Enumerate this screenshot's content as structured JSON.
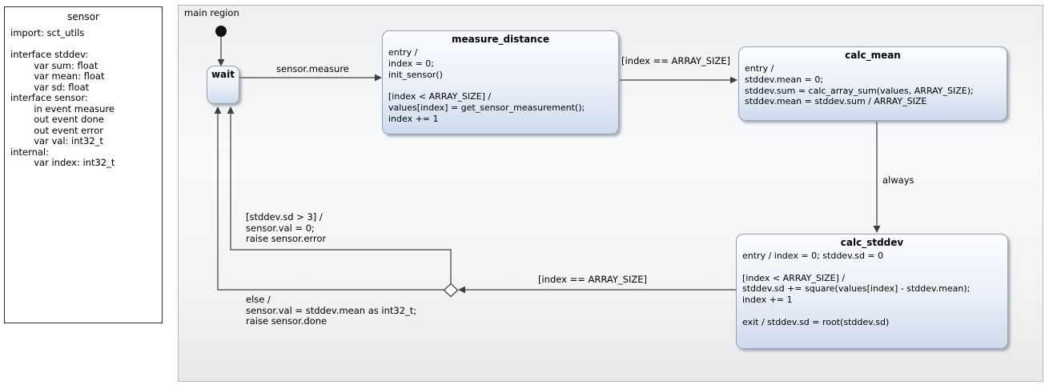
{
  "declaration_panel": {
    "title": "sensor",
    "lines": [
      "import: sct_utils",
      "",
      "interface stddev:",
      "        var sum: float",
      "        var mean: float",
      "        var sd: float",
      "interface sensor:",
      "        in event measure",
      "        out event done",
      "        out event error",
      "        var val: int32_t",
      "internal:",
      "        var index: int32_t"
    ]
  },
  "main_region": {
    "label": "main region"
  },
  "states": {
    "wait": {
      "title": "wait",
      "body": ""
    },
    "measure_distance": {
      "title": "measure_distance",
      "body": "entry /\nindex = 0;\ninit_sensor()\n\n[index < ARRAY_SIZE] /\nvalues[index] = get_sensor_measurement();\nindex += 1"
    },
    "calc_mean": {
      "title": "calc_mean",
      "body": "entry /\nstddev.mean = 0;\nstddev.sum = calc_array_sum(values, ARRAY_SIZE);\nstddev.mean = stddev.sum / ARRAY_SIZE"
    },
    "calc_stddev": {
      "title": "calc_stddev",
      "body": "entry / index = 0; stddev.sd = 0\n\n[index < ARRAY_SIZE] /\nstddev.sd += square(values[index] - stddev.mean);\nindex += 1\n\nexit / stddev.sd = root(stddev.sd)"
    }
  },
  "transitions": {
    "wait_to_measure_distance": {
      "label": "sensor.measure"
    },
    "measure_distance_to_calc_mean": {
      "label": "[index == ARRAY_SIZE]"
    },
    "calc_mean_to_calc_stddev": {
      "label": "always"
    },
    "calc_stddev_to_choice": {
      "label": "[index == ARRAY_SIZE]"
    },
    "choice_to_wait_error": {
      "label": "[stddev.sd > 3] /\nsensor.val = 0;\nraise sensor.error"
    },
    "choice_to_wait_else": {
      "label": "else /\nsensor.val = stddev.mean as int32_t;\nraise sensor.done"
    }
  },
  "colors": {
    "state_fill_top": "#fbfdff",
    "state_fill_bottom": "#cedbee",
    "wire": "#3d3d3d"
  }
}
